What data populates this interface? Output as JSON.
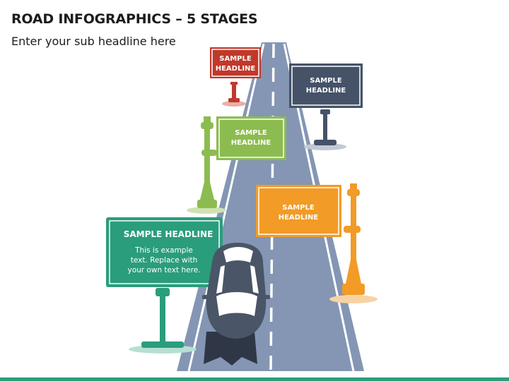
{
  "title": "ROAD INFOGRAPHICS – 5 STAGES",
  "subtitle": "Enter your sub headline here",
  "colors": {
    "road": "#8496b4",
    "road_line": "#ffffff",
    "red": "#c0392b",
    "navy": "#455268",
    "green": "#8cbc4f",
    "orange": "#f29b26",
    "teal": "#2a9d7c",
    "car": "#4a5567"
  },
  "stages": [
    {
      "headline_1": "SAMPLE",
      "headline_2": "HEADLINE",
      "color": "#c0392b"
    },
    {
      "headline_1": "SAMPLE",
      "headline_2": "HEADLINE",
      "color": "#455268"
    },
    {
      "headline_1": "SAMPLE",
      "headline_2": "HEADLINE",
      "color": "#8cbc4f"
    },
    {
      "headline_1": "SAMPLE",
      "headline_2": "HEADLINE",
      "color": "#f29b26"
    },
    {
      "headline": "SAMPLE HEADLINE",
      "body_1": "This is example",
      "body_2": "text. Replace with",
      "body_3": "your own text here.",
      "color": "#2a9d7c"
    }
  ]
}
